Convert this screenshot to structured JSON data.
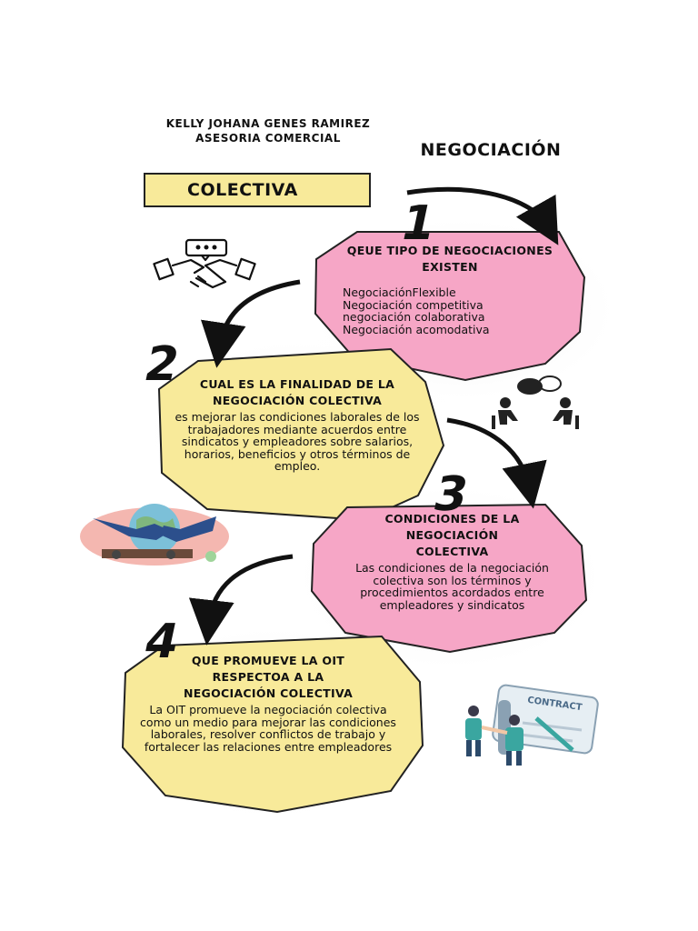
{
  "header": {
    "author": "KELLY JOHANA GENES RAMIREZ",
    "role": "ASESORIA COMERCIAL",
    "title": "NEGOCIACIÓN",
    "subtitle": "COLECTIVA"
  },
  "steps": [
    {
      "number": "1",
      "color": "#f6a6c6",
      "question": "QEUE TIPO DE NEGOCIACIONES EXISTEN",
      "items": [
        "NegociaciónFlexible",
        "Negociación competitiva",
        "negociación colaborativa",
        "Negociación acomodativa"
      ]
    },
    {
      "number": "2",
      "color": "#f8ea9a",
      "question": "CUAL ES LA FINALIDAD DE LA NEGOCIACIÓN COLECTIVA",
      "answer": "es mejorar las condiciones laborales de los trabajadores mediante acuerdos entre sindicatos y empleadores sobre salarios, horarios, beneficios y otros términos de empleo."
    },
    {
      "number": "3",
      "color": "#f6a6c6",
      "question": "CONDICIONES  DE LA NEGOCIACIÓN COLECTIVA",
      "answer": "Las condiciones de la negociación colectiva son los términos y procedimientos acordados entre empleadores y sindicatos"
    },
    {
      "number": "4",
      "color": "#f8ea9a",
      "question": "QUE PROMUEVE LA OIT RESPECTOA A LA NEGOCIACIÓN COLECTIVA",
      "answer": "La OIT promueve la negociación colectiva como un medio para mejorar las condiciones laborales, resolver conflictos de trabajo y fortalecer las relaciones entre empleadores"
    }
  ],
  "illustrations": {
    "contract_label": "CONTRACT",
    "icons": [
      "handshake-chat-icon",
      "meeting-people-icon",
      "global-handshake-illustration",
      "contract-signing-illustration"
    ]
  }
}
